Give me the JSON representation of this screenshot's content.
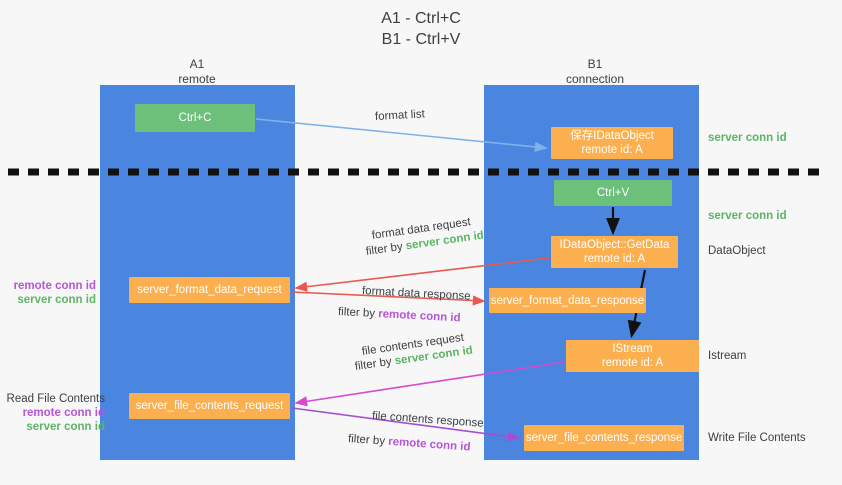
{
  "title": {
    "line1": "A1 - Ctrl+C",
    "line2": "B1 - Ctrl+V"
  },
  "lanes": [
    {
      "name": "A1",
      "subtitle": "remote"
    },
    {
      "name": "B1",
      "subtitle": "connection"
    }
  ],
  "nodes": {
    "ctrl_c": {
      "line1": "Ctrl+C"
    },
    "save_idataobject": {
      "line1": "保存IDataObject",
      "line2": "remote id: A"
    },
    "ctrl_v": {
      "line1": "Ctrl+V"
    },
    "getdata": {
      "line1": "IDataObject::GetData",
      "line2": "remote id: A"
    },
    "format_data_request": {
      "line1": "server_format_data_request"
    },
    "format_data_response": {
      "line1": "server_format_data_response"
    },
    "istream": {
      "line1": "IStream",
      "line2": "remote id: A"
    },
    "file_contents_request": {
      "line1": "server_file_contents_request"
    },
    "file_contents_response": {
      "line1": "server_file_contents_response"
    }
  },
  "side_annotations": {
    "server_conn_id_top": "server conn id",
    "server_conn_id_mid": "server conn id",
    "dataobject": "DataObject",
    "istream": "Istream",
    "write_file_contents": "Write File Contents"
  },
  "left_annotations": {
    "group1": {
      "remote": "remote conn id",
      "server": "server conn id"
    },
    "group2": {
      "heading": "Read File Contents",
      "remote": "remote conn id",
      "server": "server conn id"
    }
  },
  "flow_labels": {
    "format_list": "format list",
    "format_data_request": "format data request",
    "format_data_request_filter_prefix": "filter by ",
    "format_data_request_filter_key": "server conn id",
    "format_data_response": "format data response",
    "format_data_response_filter_prefix": "filter by ",
    "format_data_response_filter_key": "remote conn id",
    "file_contents_request": "file contents request",
    "file_contents_request_filter_prefix": "filter by ",
    "file_contents_request_filter_key": "server conn id",
    "file_contents_response": "file contents response",
    "file_contents_response_filter_prefix": "filter by ",
    "file_contents_response_filter_key": "remote conn id"
  },
  "colors": {
    "lane": "#4a86e0",
    "green_node": "#6cc07a",
    "orange_node": "#fcaf4e",
    "server_conn_id": "#5cb464",
    "remote_conn_id": "#b655d6",
    "arrow_blue": "#7fb3e8",
    "arrow_red": "#e8594f",
    "arrow_magenta": "#d44ad0",
    "arrow_purple": "#a24fd0",
    "arrow_black": "#111111",
    "divider": "#111111",
    "background": "#f7f7f7"
  }
}
